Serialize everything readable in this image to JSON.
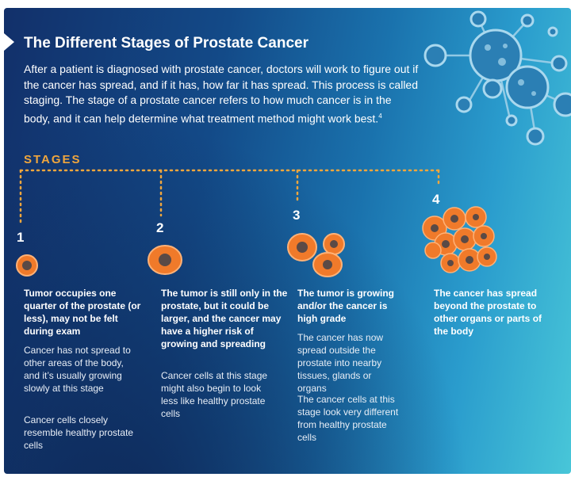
{
  "title": "The Different Stages of Prostate Cancer",
  "intro": "After a patient is diagnosed with prostate cancer, doctors will work to figure out if the cancer has spread, and if it has, how far it has spread. This process is called staging. The stage of a prostate cancer refers to how much cancer is in the body, and it can help determine what treatment method might work best.",
  "intro_footnote": "4",
  "stages_label": "STAGES",
  "colors": {
    "accent": "#f0a63d",
    "cell_orange": "#f07a2a",
    "cell_core": "#5a4a46"
  },
  "stages": [
    {
      "number": "1",
      "heading": "Tumor occupies one quarter of the prostate (or less), may not be felt during exam",
      "paragraphs": [
        "Cancer has not spread to other areas of the body, and it’s usually growing slowly at this stage",
        "Cancer cells closely resemble healthy prostate cells"
      ]
    },
    {
      "number": "2",
      "heading": "The tumor is still only in the prostate, but it could be larger, and the cancer may have a higher risk of growing and spreading",
      "paragraphs": [
        "Cancer cells at this stage might also begin to look less like healthy prostate cells"
      ]
    },
    {
      "number": "3",
      "heading": "The tumor is growing and/or the cancer is high grade",
      "paragraphs": [
        "The cancer has now spread outside the prostate into nearby tissues, glands or organs",
        "The cancer cells at this stage look very different from healthy prostate cells"
      ]
    },
    {
      "number": "4",
      "heading": "The cancer has spread beyond the prostate to other organs or parts of the body",
      "paragraphs": []
    }
  ]
}
